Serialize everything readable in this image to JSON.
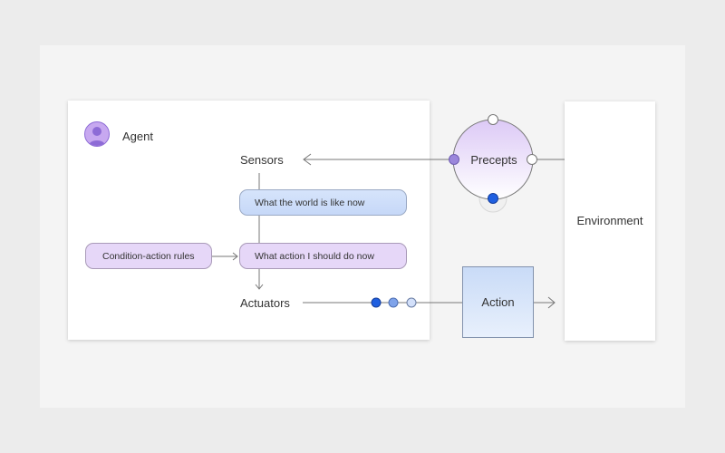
{
  "agent": {
    "title": "Agent",
    "sensors": "Sensors",
    "actuators": "Actuators",
    "world_state": "What the world is like now",
    "action_choice": "What action I should do now",
    "rules": "Condition-action rules"
  },
  "precepts": "Precepts",
  "action": "Action",
  "environment": "Environment",
  "colors": {
    "purple_fill": "#e6d7f8",
    "blue_fill": "#c6d8f8",
    "accent_blue": "#1f5fe0",
    "accent_purple": "#9b86dc"
  }
}
